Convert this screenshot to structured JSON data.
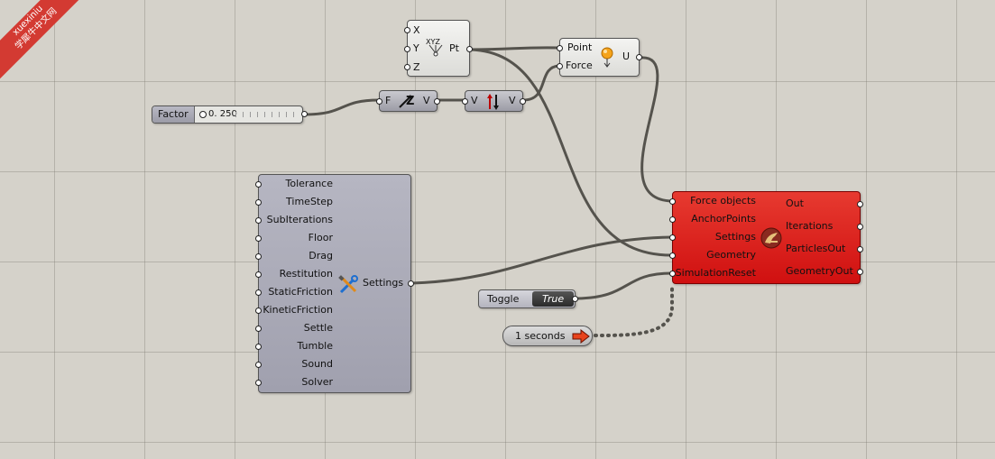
{
  "watermark": {
    "line1": "xuexiniu",
    "line2": "学犀牛中文网"
  },
  "factor_slider": {
    "label": "Factor",
    "value": "0. 250"
  },
  "point_node": {
    "inputs": [
      "X",
      "Y",
      "Z"
    ],
    "icon_text": "XYZ",
    "output": "Pt"
  },
  "unit_vector_node": {
    "inputs": [
      "Point",
      "Force"
    ],
    "output": "U"
  },
  "amplitude_node": {
    "input": "F",
    "icon_text": "Z",
    "output": "V"
  },
  "reverse_node": {
    "input": "V",
    "output": "V"
  },
  "settings_node": {
    "inputs": [
      "Tolerance",
      "TimeStep",
      "SubIterations",
      "Floor",
      "Drag",
      "Restitution",
      "StaticFriction",
      "KineticFriction",
      "Settle",
      "Tumble",
      "Sound",
      "Solver"
    ],
    "output": "Settings"
  },
  "kangaroo_node": {
    "inputs": [
      "Force objects",
      "AnchorPoints",
      "Settings",
      "Geometry",
      "SimulationReset"
    ],
    "outputs": [
      "Out",
      "Iterations",
      "ParticlesOut",
      "GeometryOut"
    ]
  },
  "toggle": {
    "label": "Toggle",
    "value": "True"
  },
  "timer": {
    "label": "1 seconds"
  },
  "colors": {
    "canvas": "#d5d2ca",
    "kangaroo": "#dd1e1a",
    "wire": "#5a5852"
  }
}
